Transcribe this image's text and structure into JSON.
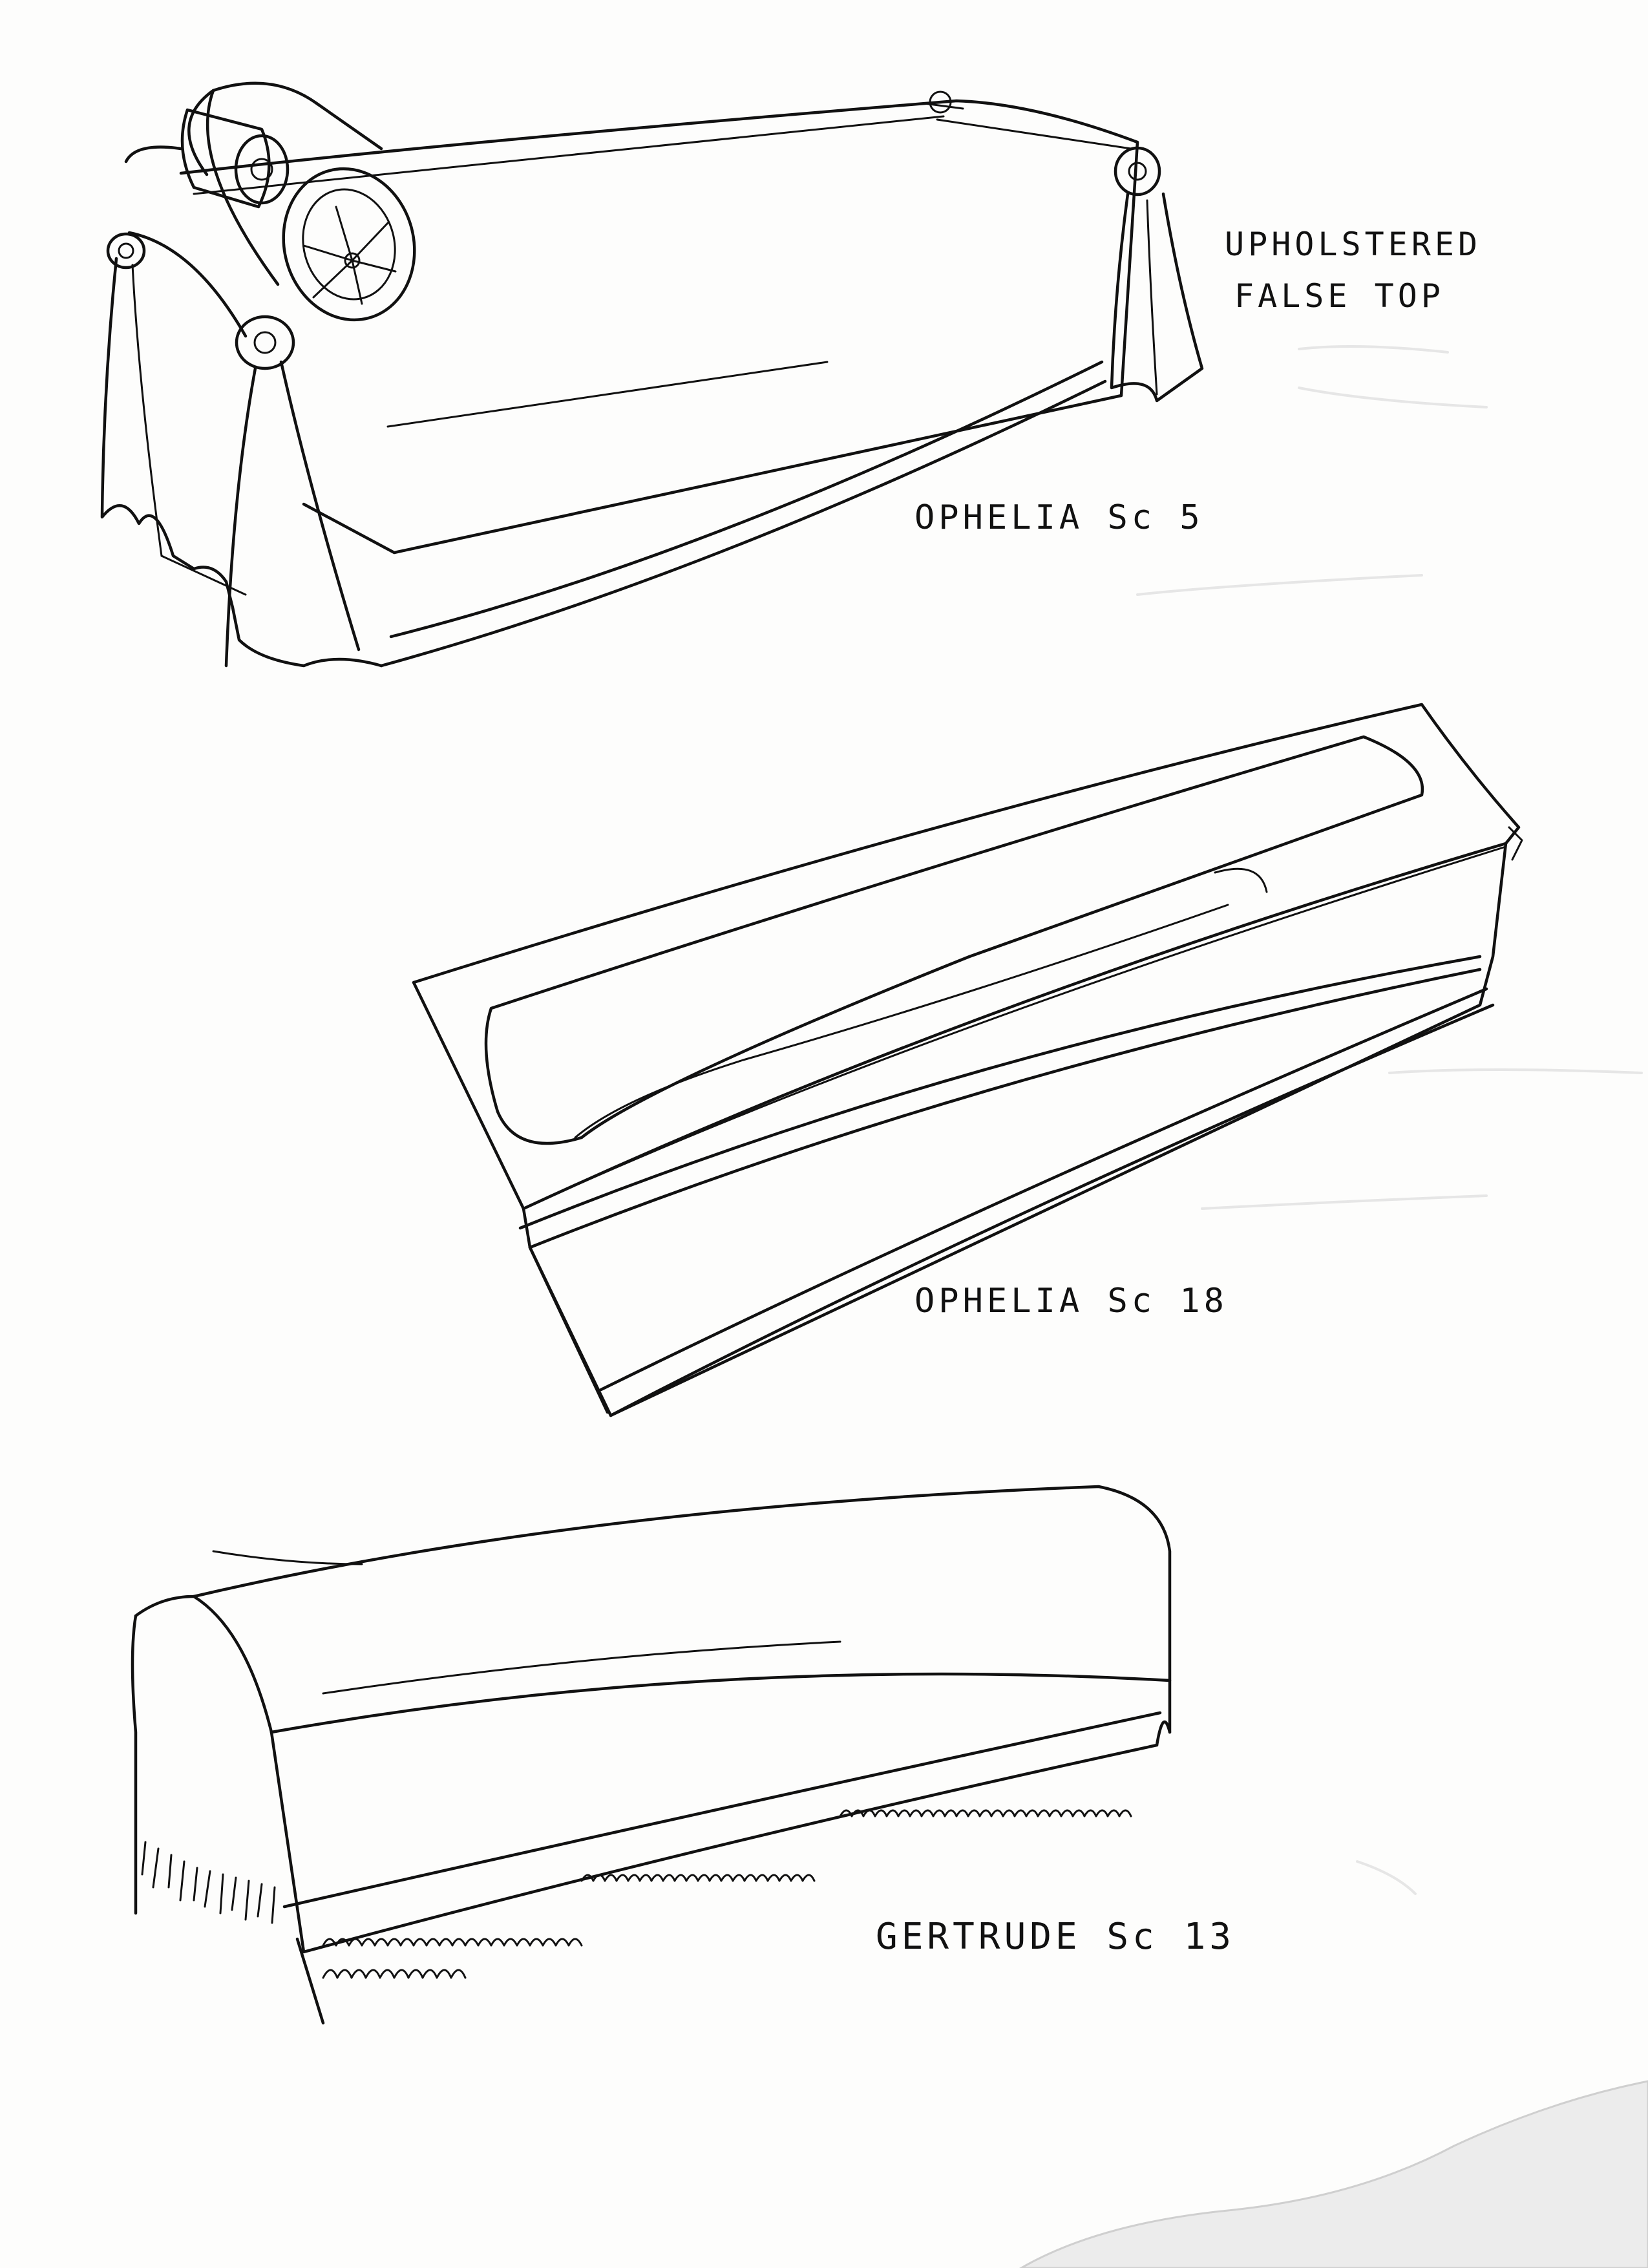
{
  "labels": {
    "false_top": [
      "UPHOLSTERED",
      "FALSE TOP"
    ],
    "sketch_1": "OPHELIA  Sc 5",
    "sketch_2": "OPHELIA  Sc 18",
    "sketch_3": "GERTRUDE  Sc 13"
  },
  "colors": {
    "ink": "#111111",
    "paper": "#fdfdfc",
    "ghost": "#e6e6e6"
  }
}
